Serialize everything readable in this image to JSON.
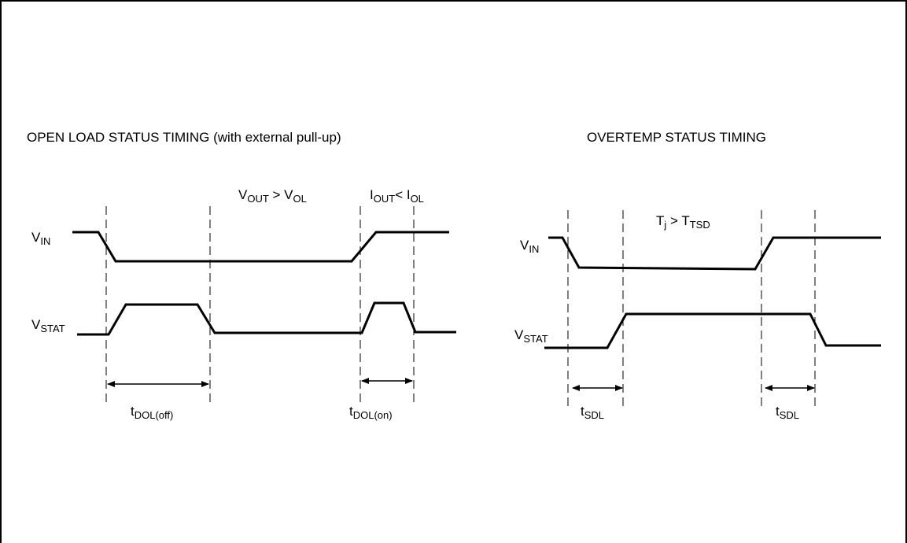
{
  "open_load": {
    "title": "OPEN LOAD STATUS TIMING (with external pull-up)",
    "cond1": {
      "main": "V",
      "sub": "OUT",
      "rel": " > V",
      "sub2": "OL"
    },
    "cond2": {
      "main": "I",
      "sub": "OUT",
      "rel": "< I",
      "sub2": "OL"
    },
    "vin": {
      "main": "V",
      "sub": "IN"
    },
    "vstat": {
      "main": "V",
      "sub": "STAT"
    },
    "t_off": {
      "main": "t",
      "sub": "DOL(off)"
    },
    "t_on": {
      "main": "t",
      "sub": "DOL(on)"
    }
  },
  "overtemp": {
    "title": "OVERTEMP STATUS TIMING",
    "cond": {
      "main": "T",
      "sub": "j",
      "rel": " > T",
      "sub2": "TSD"
    },
    "vin": {
      "main": "V",
      "sub": "IN"
    },
    "vstat": {
      "main": "V",
      "sub": "STAT"
    },
    "t1": {
      "main": "t",
      "sub": "SDL"
    },
    "t2": {
      "main": "t",
      "sub": "SDL"
    }
  }
}
